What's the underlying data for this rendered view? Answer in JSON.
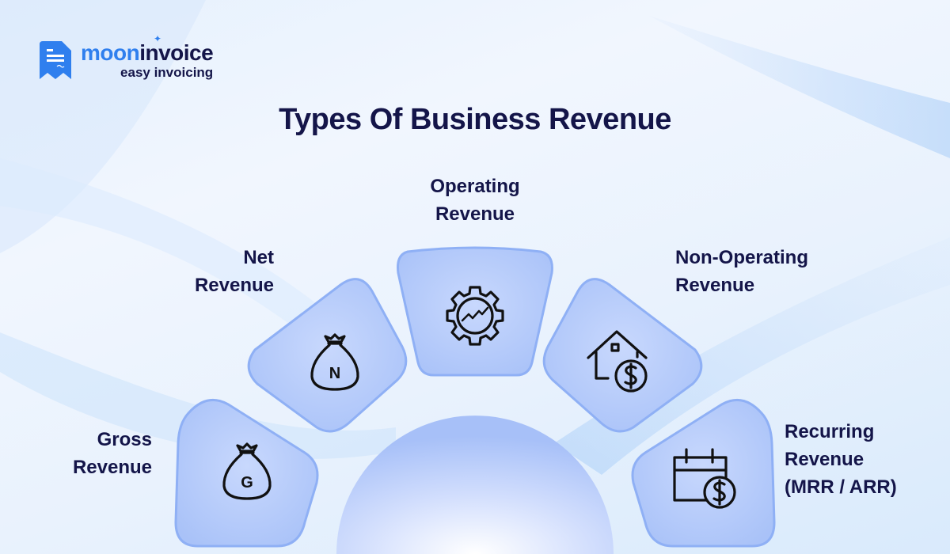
{
  "brand": {
    "name_part1": "moon",
    "name_part2": "invoice",
    "tagline": "easy invoicing",
    "primary_color": "#2f7fee",
    "text_color": "#141549"
  },
  "title": "Types Of Business Revenue",
  "segments": [
    {
      "line1": "Gross",
      "line2": "Revenue",
      "icon": "money-bag-g-icon",
      "letter": "G"
    },
    {
      "line1": "Net",
      "line2": "Revenue",
      "icon": "money-bag-n-icon",
      "letter": "N"
    },
    {
      "line1": "Operating",
      "line2": "Revenue",
      "icon": "gear-chart-icon"
    },
    {
      "line1": "Non-Operating",
      "line2": "Revenue",
      "icon": "house-dollar-icon"
    },
    {
      "line1": "Recurring",
      "line2": "Revenue",
      "line3": "(MRR / ARR)",
      "icon": "calendar-dollar-icon"
    }
  ],
  "colors": {
    "tile_fill": "#b9cdfb",
    "tile_stroke": "#8fb0f5",
    "background": "#e9f2fd"
  }
}
